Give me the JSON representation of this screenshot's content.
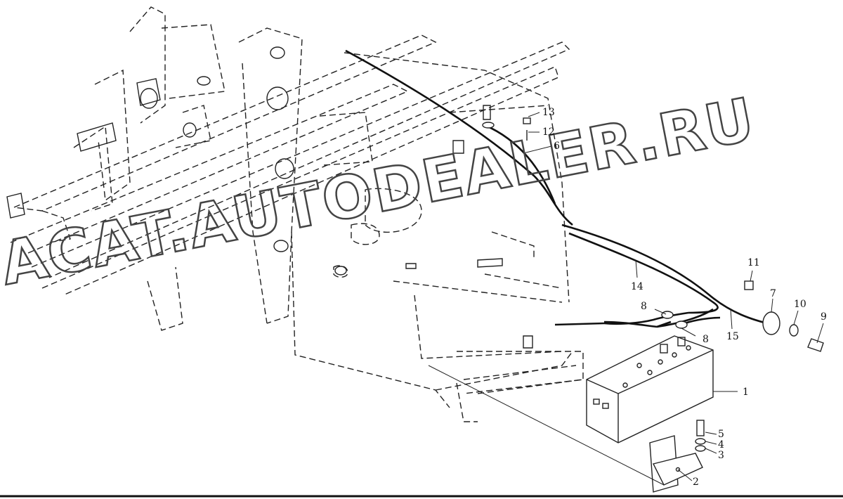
{
  "diagram": {
    "watermark": "ACAT.AUTODEALER.RU",
    "callouts": [
      {
        "id": "c1",
        "label": "1"
      },
      {
        "id": "c2",
        "label": "2"
      },
      {
        "id": "c3",
        "label": "3"
      },
      {
        "id": "c4",
        "label": "4"
      },
      {
        "id": "c5",
        "label": "5"
      },
      {
        "id": "c6",
        "label": "6"
      },
      {
        "id": "c7",
        "label": "7"
      },
      {
        "id": "c8a",
        "label": "8"
      },
      {
        "id": "c8b",
        "label": "8"
      },
      {
        "id": "c9",
        "label": "9"
      },
      {
        "id": "c10",
        "label": "10"
      },
      {
        "id": "c11",
        "label": "11"
      },
      {
        "id": "c12",
        "label": "12"
      },
      {
        "id": "c13",
        "label": "13"
      },
      {
        "id": "c14",
        "label": "14"
      },
      {
        "id": "c15",
        "label": "15"
      }
    ]
  }
}
